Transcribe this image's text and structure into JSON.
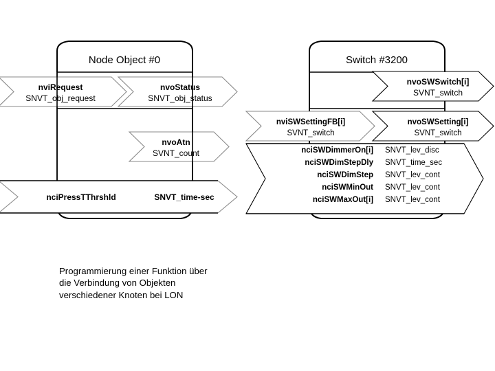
{
  "figure": {
    "caption": "Programmierung einer Funktion über\ndie Verbindung von Objekten\nverschiedener Knoten bei LON",
    "background_color": "#ffffff",
    "line_color": "#000000",
    "secondary_line_color": "#8a8a8a"
  },
  "nodes": [
    {
      "id": "node-object",
      "title": "Node Object #0",
      "variables": [
        {
          "name": "nviRequest",
          "type": "SNVT_obj_request",
          "direction": "input"
        },
        {
          "name": "nvoStatus",
          "type": "SNVT_obj_status",
          "direction": "output"
        },
        {
          "name": "nvoAtn",
          "type": "SVNT_count",
          "direction": "output"
        },
        {
          "name": "nciPressTThrshld",
          "type": "SNVT_time-sec",
          "direction": "config"
        }
      ]
    },
    {
      "id": "switch",
      "title": "Switch #3200",
      "variables": [
        {
          "name": "nvoSWSwitch[i]",
          "type": "SVNT_switch",
          "direction": "output"
        },
        {
          "name": "nviSWSettingFB[i]",
          "type": "SVNT_switch",
          "direction": "input"
        },
        {
          "name": "nvoSWSetting[i]",
          "type": "SVNT_switch",
          "direction": "output"
        },
        {
          "name": "nciSWDimmerOn[i]",
          "type": "SNVT_lev_disc",
          "direction": "config"
        },
        {
          "name": "nciSWDimStepDly",
          "type": "SNVT_time_sec",
          "direction": "config"
        },
        {
          "name": "nciSWDimStep",
          "type": "SNVT_lev_cont",
          "direction": "config"
        },
        {
          "name": "nciSWMinOut",
          "type": "SNVT_lev_cont",
          "direction": "config"
        },
        {
          "name": "nciSWMaxOut[i]",
          "type": "SNVT_lev_cont",
          "direction": "config"
        }
      ]
    }
  ],
  "labels": {
    "left_title": "Node Object #0",
    "right_title": "Switch #3200",
    "l1_name": "nviRequest",
    "l1_type": "SNVT_obj_request",
    "l2_name": "nvoStatus",
    "l2_type": "SNVT_obj_status",
    "l3_name": "nvoAtn",
    "l3_type": "SVNT_count",
    "l4_name": "nciPressTThrshld",
    "l4_type": "SNVT_time-sec",
    "r1_name": "nvoSWSwitch[i]",
    "r1_type": "SVNT_switch",
    "r2_name": "nviSWSettingFB[i]",
    "r2_type": "SVNT_switch",
    "r3_name": "nvoSWSetting[i]",
    "r3_type": "SVNT_switch",
    "r4a_name": "nciSWDimmerOn[i]",
    "r4a_type": "SNVT_lev_disc",
    "r4b_name": "nciSWDimStepDly",
    "r4b_type": "SNVT_time_sec",
    "r4c_name": "nciSWDimStep",
    "r4c_type": "SNVT_lev_cont",
    "r4d_name": "nciSWMinOut",
    "r4d_type": "SNVT_lev_cont",
    "r4e_name": "nciSWMaxOut[i]",
    "r4e_type": "SNVT_lev_cont"
  }
}
